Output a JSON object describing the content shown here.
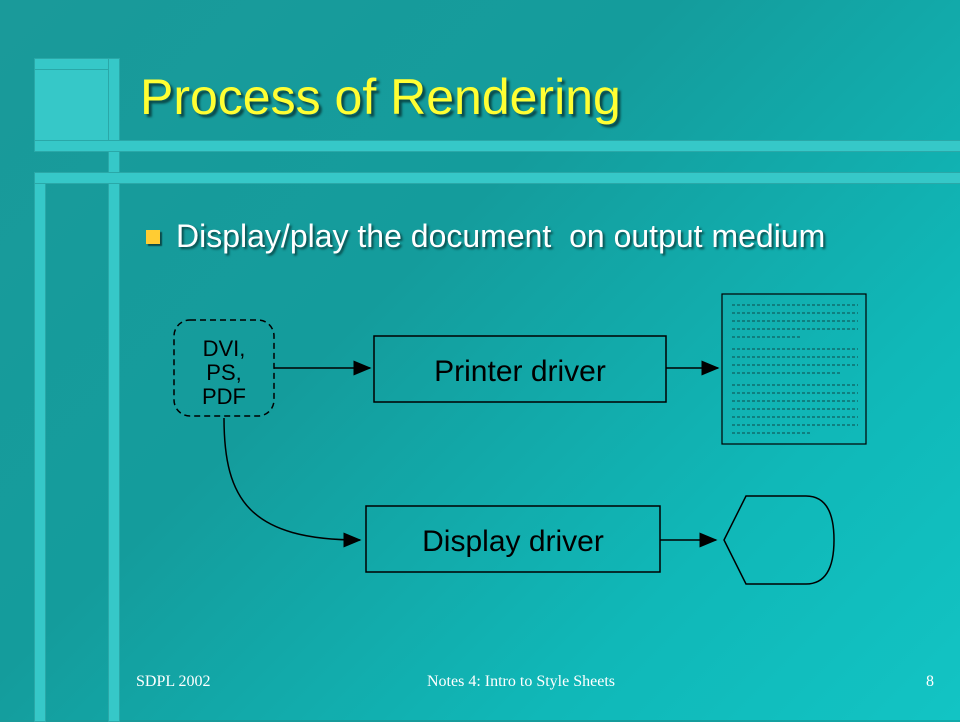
{
  "slide": {
    "title": "Process of Rendering",
    "bullets": [
      "Display/play the document  on output medium"
    ]
  },
  "diagram": {
    "source_box": [
      "DVI,",
      "PS,",
      "PDF"
    ],
    "printer_driver_label": "Printer driver",
    "display_driver_label": "Display driver",
    "output_page": "printed-page-icon",
    "output_display": "display-screen-icon"
  },
  "footer": {
    "left": "SDPL 2002",
    "center": "Notes 4: Intro to Style Sheets",
    "right": "8"
  },
  "colors": {
    "title": "#ffff33",
    "bullet": "#ffcc33",
    "background": "#149c9c",
    "frame": "#36c8c8"
  }
}
